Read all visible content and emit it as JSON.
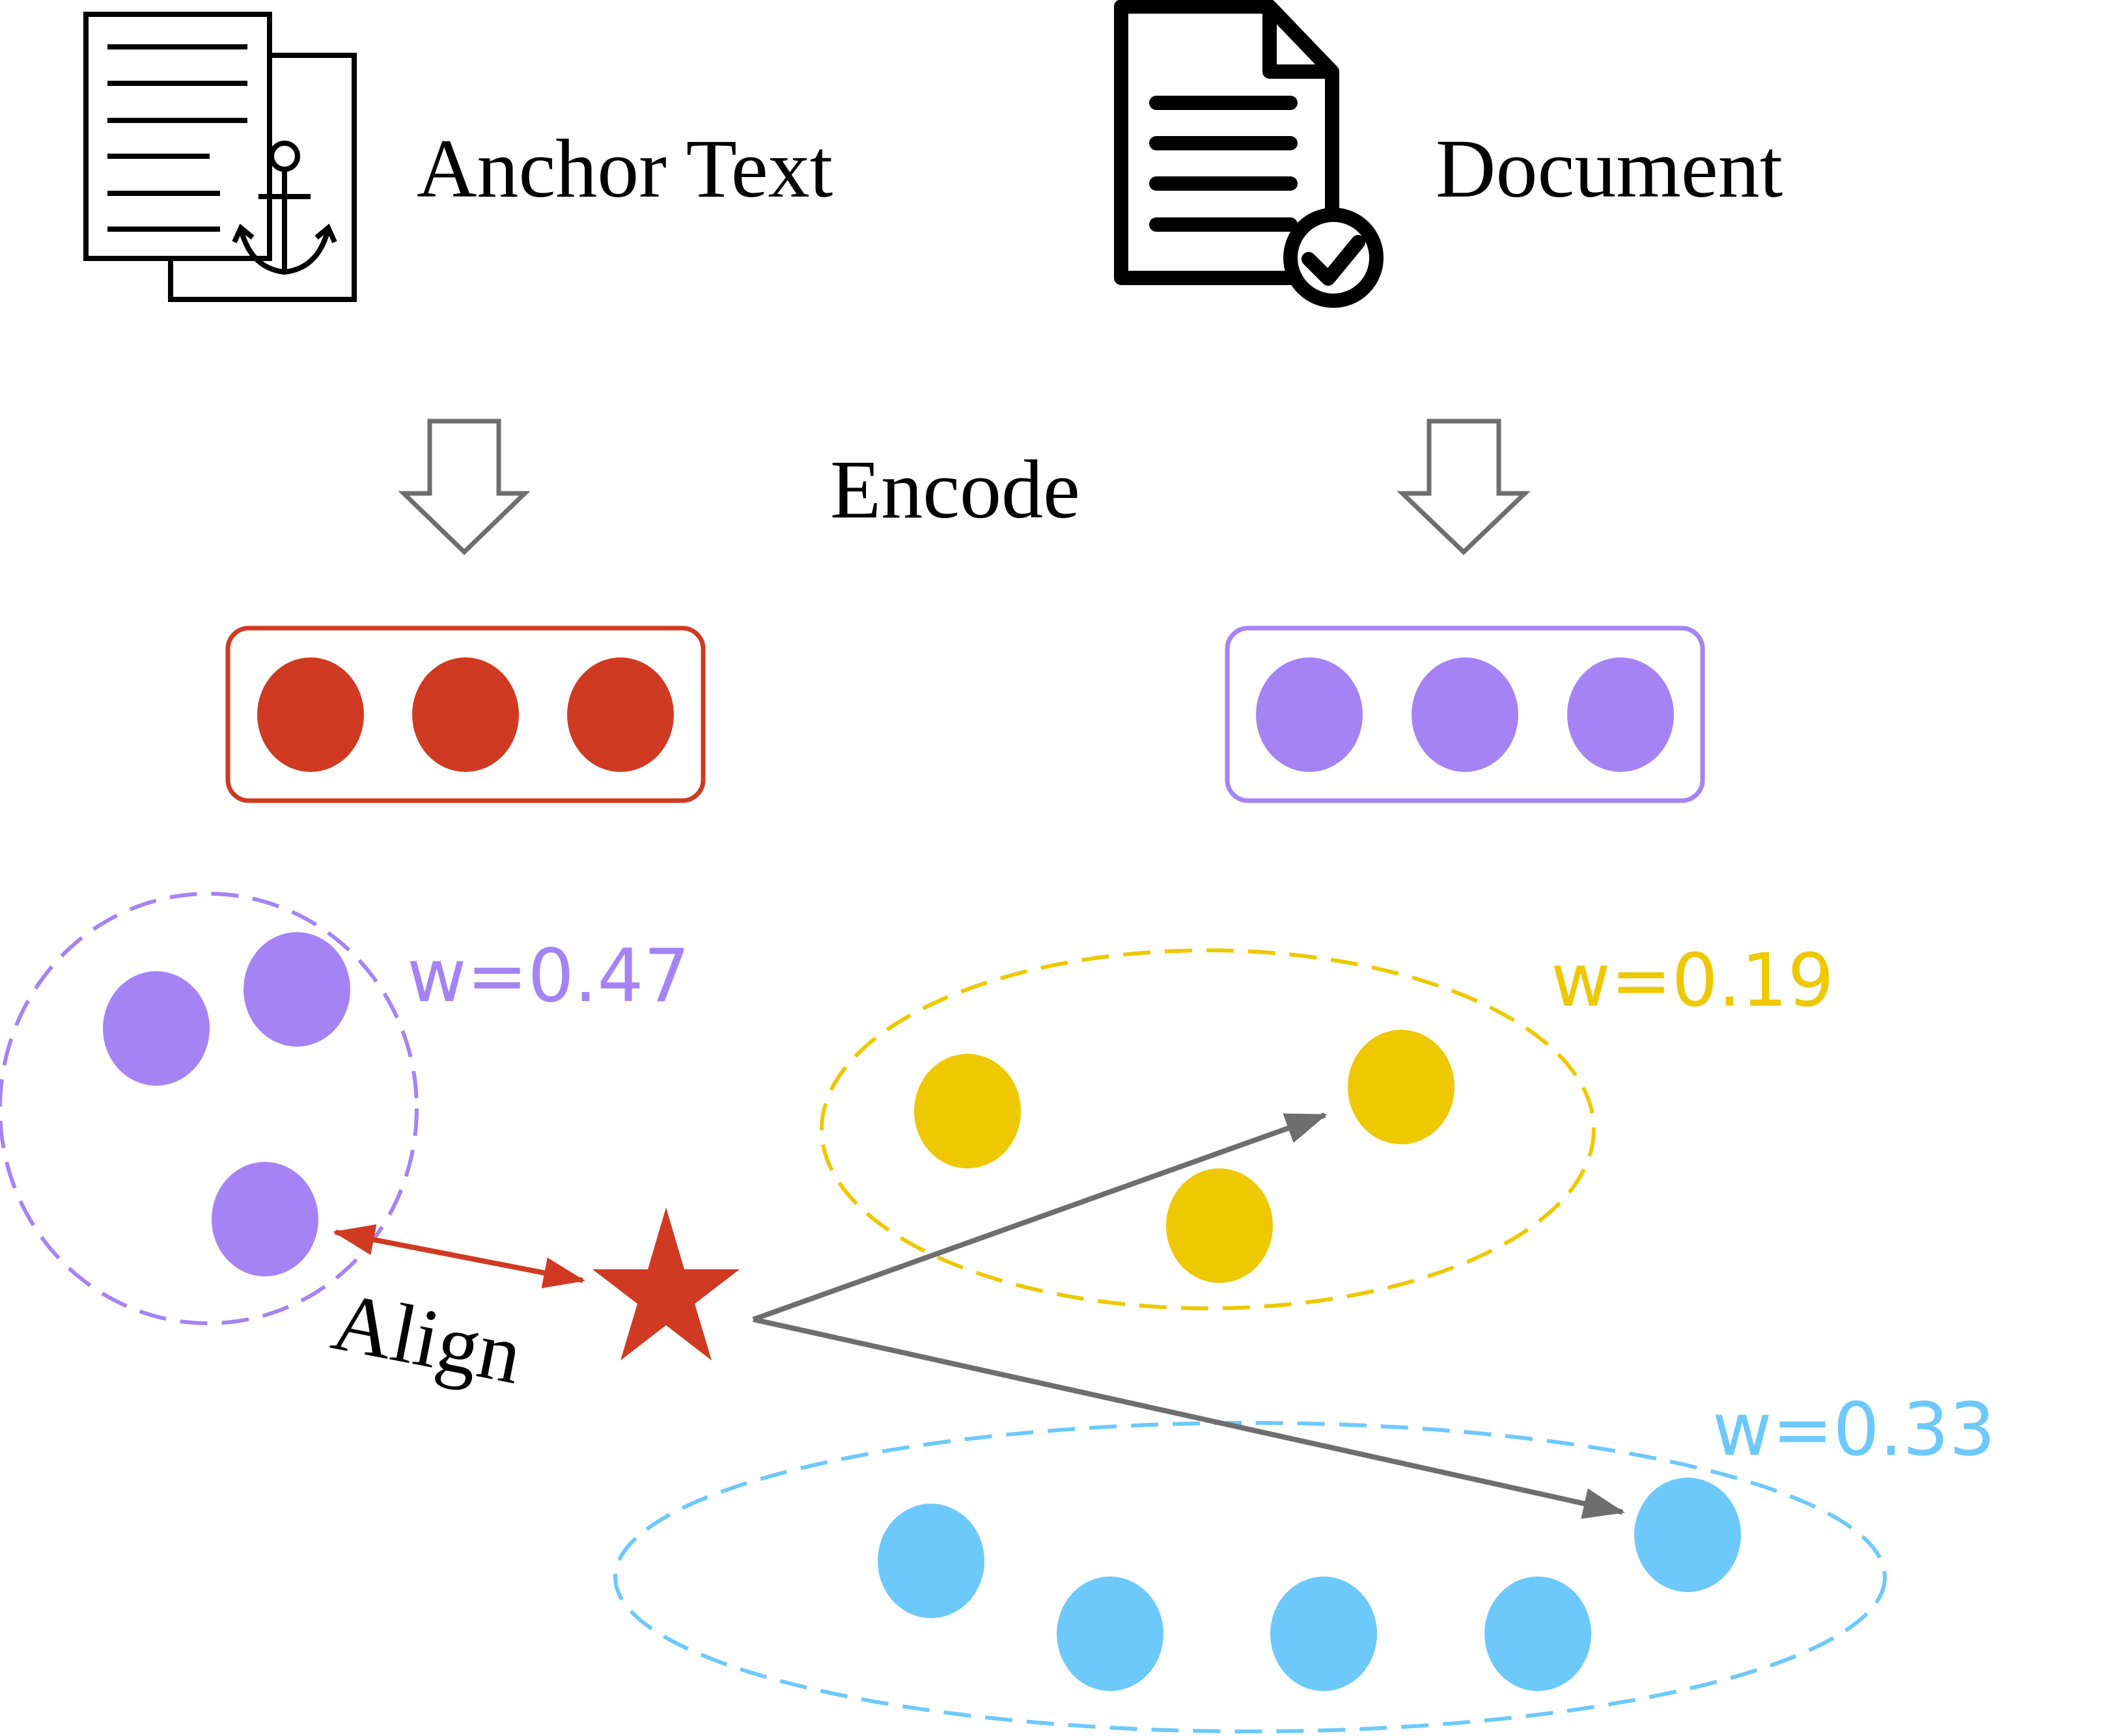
{
  "labels": {
    "anchor_text": "Anchor Text",
    "document": "Document",
    "encode": "Encode",
    "align": "Align"
  },
  "weights": {
    "purple": "w=0.47",
    "yellow": "w=0.19",
    "blue": "w=0.33"
  },
  "colors": {
    "red": "#D03A22",
    "purple": "#A583F5",
    "yellow": "#EEC800",
    "blue": "#6DC9FB",
    "gray_arrow": "#6E6E6E",
    "arrow_outline": "#6E6E6E"
  },
  "icons": {
    "anchor_text_icon": "anchor-document-icon",
    "document_icon": "document-check-icon",
    "down_arrow_icon": "down-arrow-outline-icon",
    "star_icon": "star-icon"
  }
}
